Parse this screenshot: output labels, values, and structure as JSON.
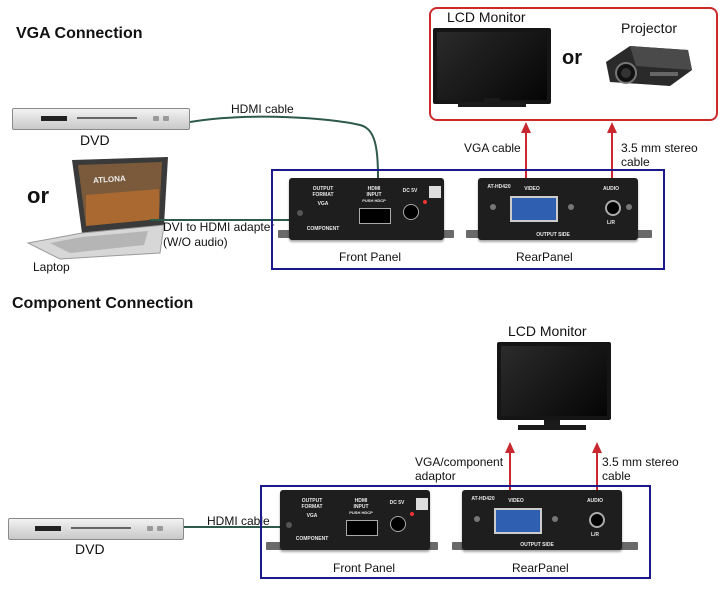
{
  "vga": {
    "title": "VGA Connection",
    "dvd_label": "DVD",
    "or_label": "or",
    "laptop_label": "Laptop",
    "laptop_logo": "ATLONA",
    "hdmi_cable_label": "HDMI cable",
    "dvi_adapter_label": "DVI to HDMI adapter",
    "dvi_adapter_note": "(W/O audio)",
    "front_panel_label": "Front Panel",
    "rear_panel_label": "RearPanel",
    "vga_cable_label": "VGA cable",
    "stereo_cable_label": "3.5 mm stereo",
    "stereo_cable_label2": "cable",
    "lcd_label": "LCD Monitor",
    "or_monitor": "or",
    "projector_label": "Projector"
  },
  "component": {
    "title": "Component Connection",
    "dvd_label": "DVD",
    "hdmi_cable_label": "HDMI cable",
    "lcd_label": "LCD Monitor",
    "adaptor_label": "VGA/component",
    "adaptor_label2": "adaptor",
    "stereo_cable_label": "3.5 mm stereo",
    "stereo_cable_label2": "cable",
    "front_panel_label": "Front Panel",
    "rear_panel_label": "RearPanel"
  },
  "device_text": {
    "output_format": "OUTPUT",
    "output_format2": "FORMAT",
    "vga": "VGA",
    "component": "COMPONENT",
    "hdmi_input": "HDMI",
    "hdmi_input2": "INPUT",
    "hdmi_sub": "PUSH HDCP",
    "dc5v": "DC 5V",
    "model": "AT-HD420",
    "video": "VIDEO",
    "audio": "AUDIO",
    "lr": "L/R",
    "output_side": "OUTPUT SIDE"
  },
  "colors": {
    "panel_border": "#1a1a8c",
    "monitor_border": "#cc2a2a",
    "signal_arrow": "#c8282e",
    "cable": "#2e5a4a"
  }
}
